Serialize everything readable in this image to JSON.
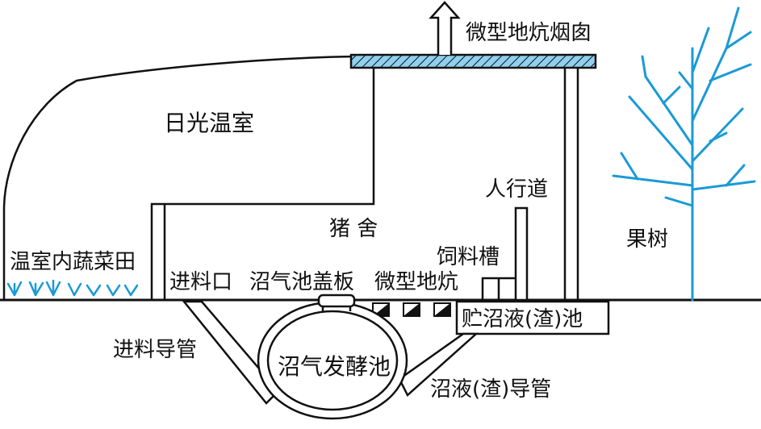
{
  "labels": {
    "chimney": "微型地炕烟囱",
    "greenhouse": "日光温室",
    "walkway": "人行道",
    "pigpen": "猪 舍",
    "fruit_tree": "果树",
    "vegetable_field": "温室内蔬菜田",
    "trough": "饲料槽",
    "inlet": "进料口",
    "cover": "沼气池盖板",
    "micro_kang": "微型地炕",
    "storage_pool": "贮沼液(渣)池",
    "inlet_pipe": "进料导管",
    "digester": "沼气发酵池",
    "outlet_pipe": "沼液(渣)导管"
  },
  "colors": {
    "line": "#111111",
    "plant": "#1a9ad6",
    "hatch_fill": "#8fd0ee"
  }
}
